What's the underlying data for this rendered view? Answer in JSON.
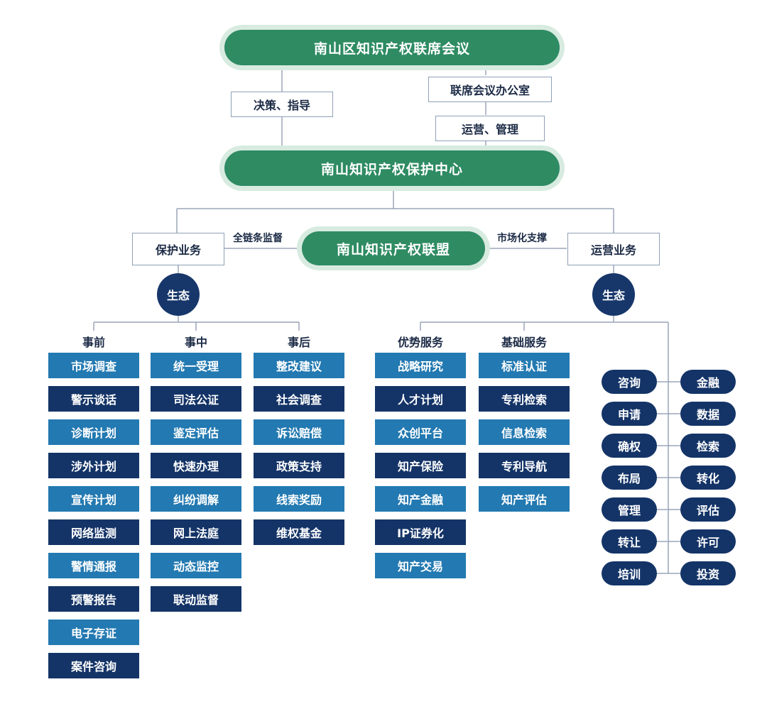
{
  "top_meeting": "南山区知识产权联席会议",
  "decision_guidance": "决策、指导",
  "meeting_office": "联席会议办公室",
  "operation_management": "运营、管理",
  "protection_center": "南山知识产权保护中心",
  "alliance": "南山知识产权联盟",
  "protection_business": "保护业务",
  "operation_business": "运营业务",
  "full_chain_supervision": "全链条监督",
  "market_support": "市场化支撑",
  "ecosystem_left": "生态",
  "ecosystem_right": "生态",
  "columns": {
    "before": {
      "title": "事前",
      "items": [
        "市场调查",
        "警示谈话",
        "诊断计划",
        "涉外计划",
        "宣传计划",
        "网络监测",
        "警情通报",
        "预警报告",
        "电子存证",
        "案件咨询"
      ]
    },
    "during": {
      "title": "事中",
      "items": [
        "统一受理",
        "司法公证",
        "鉴定评估",
        "快速办理",
        "纠纷调解",
        "网上法庭",
        "动态监控",
        "联动监督"
      ]
    },
    "after": {
      "title": "事后",
      "items": [
        "整改建议",
        "社会调查",
        "诉讼赔偿",
        "政策支持",
        "线索奖励",
        "维权基金"
      ]
    },
    "advantage": {
      "title": "优势服务",
      "items": [
        "战略研究",
        "人才计划",
        "众创平台",
        "知产保险",
        "知产金融",
        "IP证券化",
        "知产交易"
      ]
    },
    "basic": {
      "title": "基础服务",
      "items": [
        "标准认证",
        "专利检索",
        "信息检索",
        "专利导航",
        "知产评估"
      ]
    }
  },
  "right_pills_left": [
    "咨询",
    "申请",
    "确权",
    "布局",
    "管理",
    "转让",
    "培训"
  ],
  "right_pills_right": [
    "金融",
    "数据",
    "检索",
    "转化",
    "评估",
    "许可",
    "投资"
  ],
  "colors": {
    "green": "#2e8b62",
    "navy": "#143467",
    "blue": "#2379b1"
  }
}
